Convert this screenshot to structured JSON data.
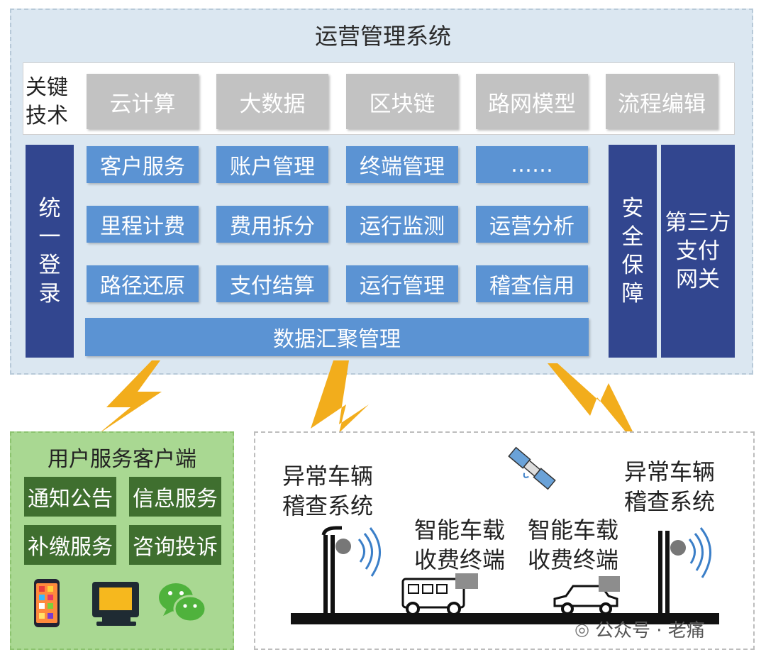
{
  "ops": {
    "title": "运营管理系统",
    "key_tech_label": "关键\n技术",
    "key_tech": [
      "云计算",
      "大数据",
      "区块链",
      "路网模型",
      "流程编辑"
    ],
    "unified_login": "统\n一\n登\n录",
    "modules": [
      [
        "客户服务",
        "账户管理",
        "终端管理",
        "……"
      ],
      [
        "里程计费",
        "费用拆分",
        "运行监测",
        "运营分析"
      ],
      [
        "路径还原",
        "支付结算",
        "运行管理",
        "稽查信用"
      ]
    ],
    "data_aggregation": "数据汇聚管理",
    "security": "安\n全\n保\n障",
    "payment_gateway": "第三方\n支付\n网关"
  },
  "client": {
    "title": "用户服务客户端",
    "buttons": [
      "通知公告",
      "信息服务",
      "补缴服务",
      "咨询投诉"
    ],
    "icons": [
      "smartphone-icon",
      "monitor-icon",
      "wechat-icon"
    ]
  },
  "road": {
    "left_system": "异常车辆\n稽查系统",
    "right_system": "异常车辆\n稽查系统",
    "onboard_1": "智能车载\n收费终端",
    "onboard_2": "智能车载\n收费终端"
  },
  "watermark": "公众号 · 老痛",
  "colors": {
    "panel_bg": "#dbe7f1",
    "module_blue": "#5b93d3",
    "dark_navy": "#32468f",
    "tech_gray": "#c2c2c2",
    "client_green": "#a9d892",
    "client_button_green": "#3f6f2f",
    "lightning": "#f2ad1c"
  }
}
